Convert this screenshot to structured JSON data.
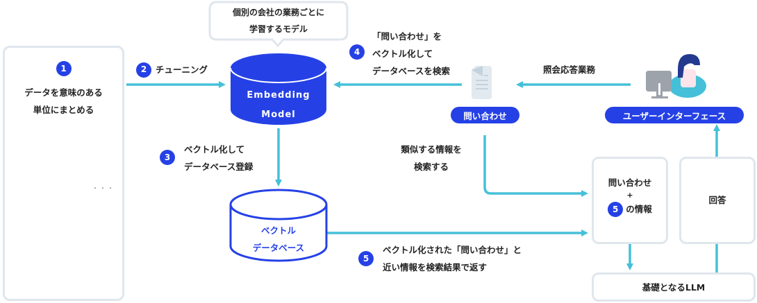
{
  "colors": {
    "accent": "#2541e6",
    "arrow": "#45c0d8",
    "box_border": "#dfe6ec",
    "doc": "#e2e9ef",
    "doc_fold": "#c3d3de"
  },
  "step1": {
    "number": "1",
    "line1": "データを意味のある",
    "line2": "単位にまとめる",
    "ellipsis": "・・・"
  },
  "step2": {
    "number": "2",
    "label": "チューニング"
  },
  "bubble": {
    "line1": "個別の会社の業務ごとに",
    "line2": "学習するモデル"
  },
  "embedding_model": {
    "line1": "Embedding",
    "line2": "Model"
  },
  "step3": {
    "number": "3",
    "line1": "ベクトル化して",
    "line2": "データベース登録"
  },
  "vector_db": {
    "line1": "ベクトル",
    "line2": "データベース"
  },
  "step4": {
    "number": "4",
    "line1": "「問い合わせ」を",
    "line2": "ベクトル化して",
    "line3": "データベースを検索"
  },
  "inquiry": {
    "label": "問い合わせ"
  },
  "inquiry_task": {
    "label": "照会応答業務"
  },
  "user_interface": {
    "label": "ユーザーインターフェース"
  },
  "similar_search": {
    "line1": "類似する情報を",
    "line2": "検索する"
  },
  "step5": {
    "number": "5",
    "line1": "ベクトル化された「問い合わせ」と",
    "line2": "近い情報を検索結果で返す"
  },
  "combined_box": {
    "line1": "問い合わせ",
    "plus": "+",
    "number": "5",
    "line3": "の情報"
  },
  "answer_box": {
    "label": "回答"
  },
  "llm_box": {
    "label": "基礎となるLLM"
  }
}
